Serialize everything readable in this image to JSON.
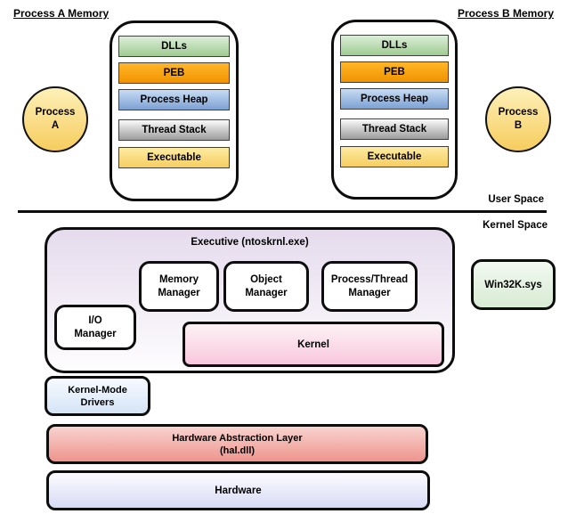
{
  "headings": {
    "process_a_memory": "Process A Memory",
    "process_b_memory": "Process B Memory",
    "user_space": "User Space",
    "kernel_space": "Kernel Space"
  },
  "process_a": {
    "line1": "Process",
    "line2": "A"
  },
  "process_b": {
    "line1": "Process",
    "line2": "B"
  },
  "memory_segments": [
    {
      "label": "DLLs",
      "color_top": "#dcefd9",
      "color_bottom": "#9fcb91"
    },
    {
      "label": "PEB",
      "color_top": "#ffb627",
      "color_bottom": "#f19300"
    },
    {
      "label": "Process Heap",
      "color_top": "#c8dcf4",
      "color_bottom": "#7ca1d3"
    },
    {
      "label": "Thread Stack",
      "color_top": "#fbfbfb",
      "color_bottom": "#9c9c9c"
    },
    {
      "label": "Executable",
      "color_top": "#fdeba2",
      "color_bottom": "#f7ce60"
    }
  ],
  "executive": {
    "title": "Executive (ntoskrnl.exe)",
    "background_top": "#e5dbed",
    "background_bottom": "#fefdfe",
    "memory_manager_line1": "Memory",
    "memory_manager_line2": "Manager",
    "object_manager_line1": "Object",
    "object_manager_line2": "Manager",
    "process_thread_manager_line1": "Process/Thread",
    "process_thread_manager_line2": "Manager",
    "io_manager_line1": "I/O",
    "io_manager_line2": "Manager",
    "kernel_label": "Kernel",
    "kernel_color_top": "#fdf2f6",
    "kernel_color_bottom": "#f9c7dc"
  },
  "win32k": {
    "label": "Win32K.sys",
    "color_top": "#f2f9f1",
    "color_bottom": "#d8ebd3"
  },
  "kernel_mode_drivers": {
    "line1": "Kernel-Mode",
    "line2": "Drivers",
    "color_top": "#f7faff",
    "color_bottom": "#d5e4f6"
  },
  "hal": {
    "line1": "Hardware Abstraction Layer",
    "line2": "(hal.dll)",
    "color_top": "#f8d3cf",
    "color_bottom": "#ee948d"
  },
  "hardware": {
    "label": "Hardware",
    "color_top": "#fcfcff",
    "color_bottom": "#d7daf5"
  },
  "process_circle_colors": {
    "fill_top": "#fdf0b8",
    "fill_bottom": "#f6cd5e",
    "border": "#111111"
  }
}
